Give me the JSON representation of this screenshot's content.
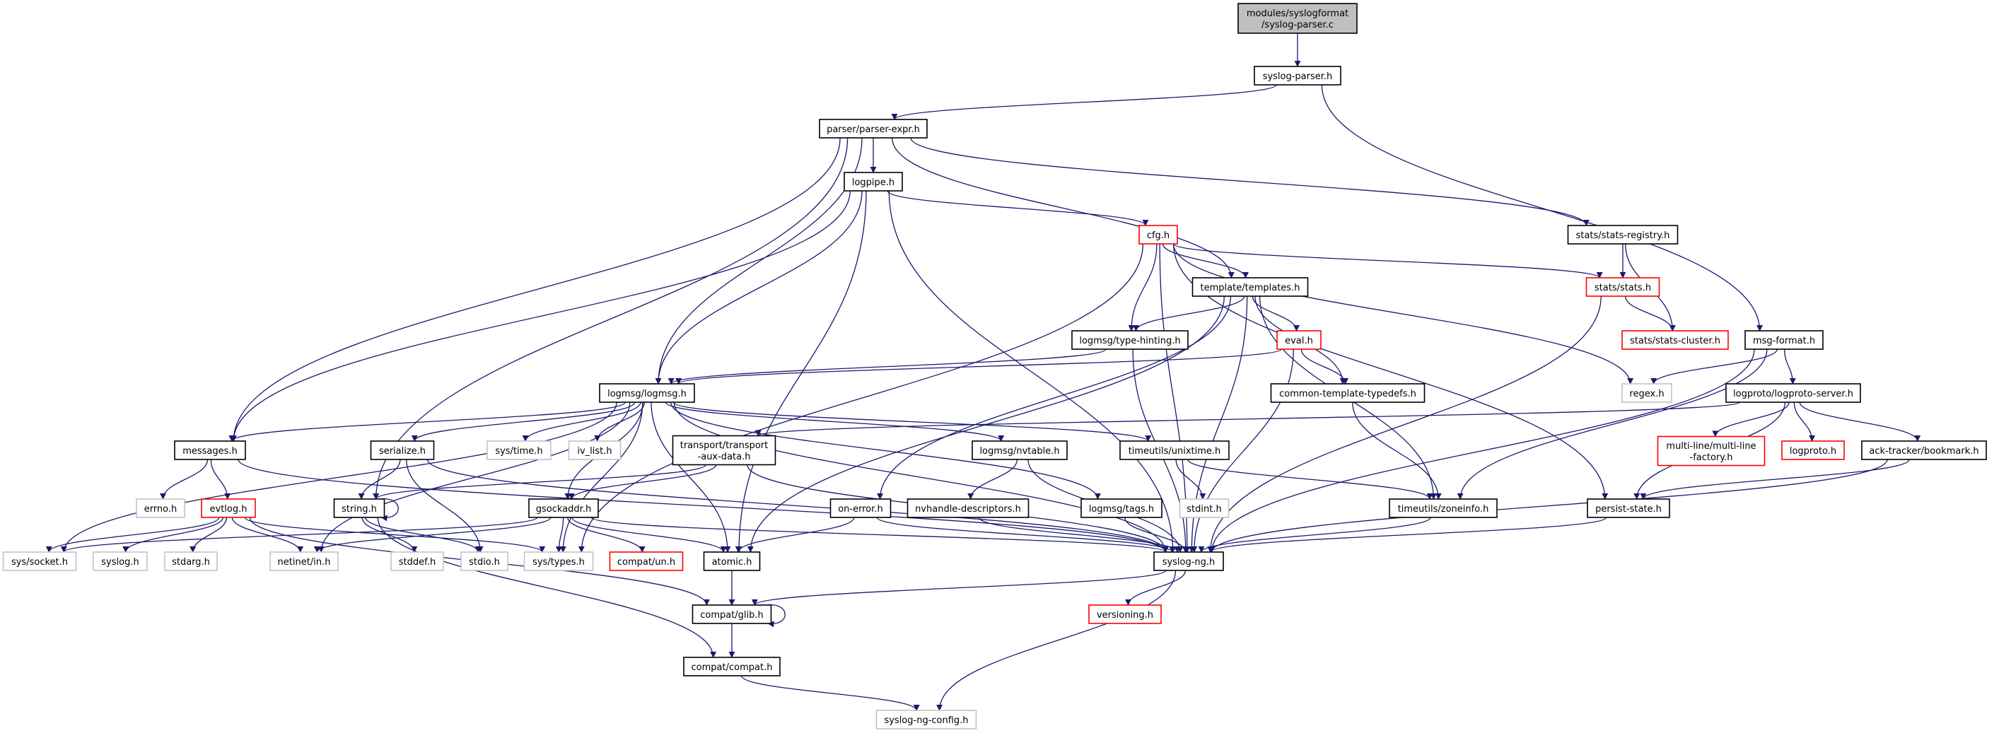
{
  "graph": {
    "colors": {
      "edge": "#191970",
      "border": "#000000",
      "missing": "#bfbfbf",
      "truncated": "#ff0000",
      "root_fill": "#bfbfbf"
    },
    "nodes": [
      {
        "id": "root",
        "lines": [
          "modules/syslogformat",
          "/syslog-parser.c"
        ],
        "style": "root"
      },
      {
        "id": "syslog_parser_h",
        "lines": [
          "syslog-parser.h"
        ],
        "style": "normal"
      },
      {
        "id": "parser_expr",
        "lines": [
          "parser/parser-expr.h"
        ],
        "style": "normal"
      },
      {
        "id": "logpipe",
        "lines": [
          "logpipe.h"
        ],
        "style": "normal"
      },
      {
        "id": "cfg",
        "lines": [
          "cfg.h"
        ],
        "style": "truncated"
      },
      {
        "id": "stats_registry",
        "lines": [
          "stats/stats-registry.h"
        ],
        "style": "normal"
      },
      {
        "id": "templates",
        "lines": [
          "template/templates.h"
        ],
        "style": "normal"
      },
      {
        "id": "stats_h",
        "lines": [
          "stats/stats.h"
        ],
        "style": "truncated"
      },
      {
        "id": "type_hinting",
        "lines": [
          "logmsg/type-hinting.h"
        ],
        "style": "normal"
      },
      {
        "id": "eval",
        "lines": [
          "eval.h"
        ],
        "style": "truncated"
      },
      {
        "id": "stats_cluster",
        "lines": [
          "stats/stats-cluster.h"
        ],
        "style": "truncated"
      },
      {
        "id": "msg_format",
        "lines": [
          "msg-format.h"
        ],
        "style": "normal"
      },
      {
        "id": "logmsg",
        "lines": [
          "logmsg/logmsg.h"
        ],
        "style": "normal"
      },
      {
        "id": "common_tt",
        "lines": [
          "common-template-typedefs.h"
        ],
        "style": "normal"
      },
      {
        "id": "regex",
        "lines": [
          "regex.h"
        ],
        "style": "missing"
      },
      {
        "id": "logproto_server",
        "lines": [
          "logproto/logproto-server.h"
        ],
        "style": "normal"
      },
      {
        "id": "messages",
        "lines": [
          "messages.h"
        ],
        "style": "normal"
      },
      {
        "id": "serialize",
        "lines": [
          "serialize.h"
        ],
        "style": "normal"
      },
      {
        "id": "sys_time",
        "lines": [
          "sys/time.h"
        ],
        "style": "missing"
      },
      {
        "id": "iv_list",
        "lines": [
          "iv_list.h"
        ],
        "style": "missing"
      },
      {
        "id": "transport",
        "lines": [
          "transport/transport",
          "-aux-data.h"
        ],
        "style": "normal"
      },
      {
        "id": "nvtable",
        "lines": [
          "logmsg/nvtable.h"
        ],
        "style": "normal"
      },
      {
        "id": "unixtime",
        "lines": [
          "timeutils/unixtime.h"
        ],
        "style": "normal"
      },
      {
        "id": "multiline",
        "lines": [
          "multi-line/multi-line",
          "-factory.h"
        ],
        "style": "truncated"
      },
      {
        "id": "logproto_h",
        "lines": [
          "logproto.h"
        ],
        "style": "truncated"
      },
      {
        "id": "ack_tracker",
        "lines": [
          "ack-tracker/bookmark.h"
        ],
        "style": "normal"
      },
      {
        "id": "errno",
        "lines": [
          "errno.h"
        ],
        "style": "missing"
      },
      {
        "id": "evtlog",
        "lines": [
          "evtlog.h"
        ],
        "style": "truncated"
      },
      {
        "id": "string_h",
        "lines": [
          "string.h"
        ],
        "style": "normal"
      },
      {
        "id": "gsockaddr",
        "lines": [
          "gsockaddr.h"
        ],
        "style": "normal"
      },
      {
        "id": "on_error",
        "lines": [
          "on-error.h"
        ],
        "style": "normal"
      },
      {
        "id": "nvhandle",
        "lines": [
          "nvhandle-descriptors.h"
        ],
        "style": "normal"
      },
      {
        "id": "tags",
        "lines": [
          "logmsg/tags.h"
        ],
        "style": "normal"
      },
      {
        "id": "stdint",
        "lines": [
          "stdint.h"
        ],
        "style": "missing"
      },
      {
        "id": "zoneinfo",
        "lines": [
          "timeutils/zoneinfo.h"
        ],
        "style": "normal"
      },
      {
        "id": "persist",
        "lines": [
          "persist-state.h"
        ],
        "style": "normal"
      },
      {
        "id": "sys_socket",
        "lines": [
          "sys/socket.h"
        ],
        "style": "missing"
      },
      {
        "id": "syslog_h",
        "lines": [
          "syslog.h"
        ],
        "style": "missing"
      },
      {
        "id": "stdarg",
        "lines": [
          "stdarg.h"
        ],
        "style": "missing"
      },
      {
        "id": "netinet",
        "lines": [
          "netinet/in.h"
        ],
        "style": "missing"
      },
      {
        "id": "stddef",
        "lines": [
          "stddef.h"
        ],
        "style": "missing"
      },
      {
        "id": "stdio",
        "lines": [
          "stdio.h"
        ],
        "style": "missing"
      },
      {
        "id": "sys_types",
        "lines": [
          "sys/types.h"
        ],
        "style": "missing"
      },
      {
        "id": "compat_un",
        "lines": [
          "compat/un.h"
        ],
        "style": "truncated"
      },
      {
        "id": "atomic",
        "lines": [
          "atomic.h"
        ],
        "style": "normal"
      },
      {
        "id": "syslog_ng",
        "lines": [
          "syslog-ng.h"
        ],
        "style": "normal"
      },
      {
        "id": "compat_glib",
        "lines": [
          "compat/glib.h"
        ],
        "style": "normal"
      },
      {
        "id": "versioning",
        "lines": [
          "versioning.h"
        ],
        "style": "truncated"
      },
      {
        "id": "compat_compat",
        "lines": [
          "compat/compat.h"
        ],
        "style": "normal"
      },
      {
        "id": "config",
        "lines": [
          "syslog-ng-config.h"
        ],
        "style": "missing"
      }
    ],
    "edges": [
      [
        "root",
        "syslog_parser_h"
      ],
      [
        "syslog_parser_h",
        "parser_expr"
      ],
      [
        "syslog_parser_h",
        "msg_format"
      ],
      [
        "parser_expr",
        "logpipe"
      ],
      [
        "parser_expr",
        "messages"
      ],
      [
        "parser_expr",
        "string_h"
      ],
      [
        "parser_expr",
        "logmsg"
      ],
      [
        "parser_expr",
        "templates"
      ],
      [
        "parser_expr",
        "stats_registry"
      ],
      [
        "logpipe",
        "cfg"
      ],
      [
        "logpipe",
        "logmsg"
      ],
      [
        "logpipe",
        "messages"
      ],
      [
        "logpipe",
        "atomic"
      ],
      [
        "logpipe",
        "syslog_ng"
      ],
      [
        "cfg",
        "templates"
      ],
      [
        "cfg",
        "type_hinting"
      ],
      [
        "cfg",
        "stats_h"
      ],
      [
        "cfg",
        "regex"
      ],
      [
        "cfg",
        "persist"
      ],
      [
        "cfg",
        "syslog_ng"
      ],
      [
        "cfg",
        "sys_types"
      ],
      [
        "stats_registry",
        "stats_h"
      ],
      [
        "stats_registry",
        "stats_cluster"
      ],
      [
        "stats_h",
        "stats_cluster"
      ],
      [
        "stats_h",
        "syslog_ng"
      ],
      [
        "templates",
        "type_hinting"
      ],
      [
        "templates",
        "eval"
      ],
      [
        "templates",
        "common_tt"
      ],
      [
        "templates",
        "zoneinfo"
      ],
      [
        "templates",
        "syslog_ng"
      ],
      [
        "templates",
        "atomic"
      ],
      [
        "templates",
        "on_error"
      ],
      [
        "type_hinting",
        "logmsg"
      ],
      [
        "type_hinting",
        "syslog_ng"
      ],
      [
        "eval",
        "logmsg"
      ],
      [
        "eval",
        "common_tt"
      ],
      [
        "eval",
        "syslog_ng"
      ],
      [
        "common_tt",
        "zoneinfo"
      ],
      [
        "msg_format",
        "regex"
      ],
      [
        "msg_format",
        "logproto_server"
      ],
      [
        "msg_format",
        "zoneinfo"
      ],
      [
        "msg_format",
        "syslog_ng"
      ],
      [
        "logproto_server",
        "transport"
      ],
      [
        "logproto_server",
        "multiline"
      ],
      [
        "logproto_server",
        "logproto_h"
      ],
      [
        "logproto_server",
        "ack_tracker"
      ],
      [
        "logproto_server",
        "persist"
      ],
      [
        "ack_tracker",
        "persist"
      ],
      [
        "ack_tracker",
        "syslog_ng"
      ],
      [
        "persist",
        "syslog_ng"
      ],
      [
        "logmsg",
        "messages"
      ],
      [
        "logmsg",
        "sys_socket"
      ],
      [
        "logmsg",
        "serialize"
      ],
      [
        "logmsg",
        "sys_time"
      ],
      [
        "logmsg",
        "iv_list"
      ],
      [
        "logmsg",
        "gsockaddr"
      ],
      [
        "logmsg",
        "nvtable"
      ],
      [
        "logmsg",
        "unixtime"
      ],
      [
        "logmsg",
        "tags"
      ],
      [
        "logmsg",
        "atomic"
      ],
      [
        "logmsg",
        "syslog_ng"
      ],
      [
        "logmsg",
        "sys_types"
      ],
      [
        "logmsg",
        "netinet"
      ],
      [
        "messages",
        "errno"
      ],
      [
        "messages",
        "evtlog"
      ],
      [
        "messages",
        "syslog_ng"
      ],
      [
        "evtlog",
        "sys_socket"
      ],
      [
        "evtlog",
        "syslog_h"
      ],
      [
        "evtlog",
        "stdarg"
      ],
      [
        "evtlog",
        "netinet"
      ],
      [
        "evtlog",
        "sys_types"
      ],
      [
        "evtlog",
        "compat_glib"
      ],
      [
        "serialize",
        "string_h"
      ],
      [
        "serialize",
        "stdio"
      ],
      [
        "serialize",
        "syslog_ng"
      ],
      [
        "string_h",
        "string_h"
      ],
      [
        "string_h",
        "stddef"
      ],
      [
        "string_h",
        "stdio"
      ],
      [
        "string_h",
        "compat_compat"
      ],
      [
        "transport",
        "string_h"
      ],
      [
        "transport",
        "gsockaddr"
      ],
      [
        "transport",
        "syslog_ng"
      ],
      [
        "gsockaddr",
        "sys_socket"
      ],
      [
        "gsockaddr",
        "netinet"
      ],
      [
        "gsockaddr",
        "sys_types"
      ],
      [
        "gsockaddr",
        "compat_un"
      ],
      [
        "gsockaddr",
        "atomic"
      ],
      [
        "gsockaddr",
        "syslog_ng"
      ],
      [
        "nvtable",
        "nvhandle"
      ],
      [
        "nvtable",
        "syslog_ng"
      ],
      [
        "unixtime",
        "stdint"
      ],
      [
        "unixtime",
        "zoneinfo"
      ],
      [
        "on_error",
        "atomic"
      ],
      [
        "on_error",
        "syslog_ng"
      ],
      [
        "nvhandle",
        "syslog_ng"
      ],
      [
        "tags",
        "syslog_ng"
      ],
      [
        "zoneinfo",
        "syslog_ng"
      ],
      [
        "atomic",
        "compat_glib"
      ],
      [
        "syslog_ng",
        "compat_glib"
      ],
      [
        "syslog_ng",
        "versioning"
      ],
      [
        "syslog_ng",
        "config"
      ],
      [
        "compat_glib",
        "compat_glib"
      ],
      [
        "compat_glib",
        "compat_compat"
      ],
      [
        "compat_compat",
        "config"
      ]
    ]
  }
}
